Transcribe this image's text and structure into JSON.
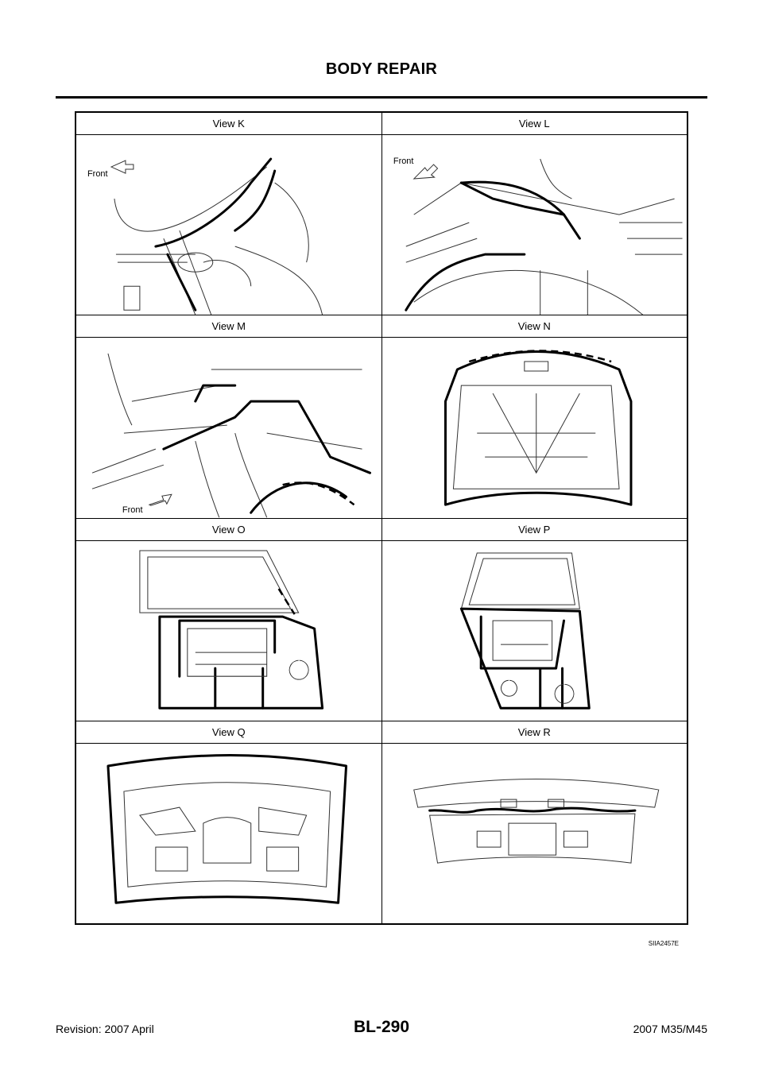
{
  "header": {
    "title": "BODY REPAIR"
  },
  "figure": {
    "rows": [
      {
        "left": "View K",
        "right": "View L"
      },
      {
        "left": "View M",
        "right": "View N"
      },
      {
        "left": "View O",
        "right": "View P"
      },
      {
        "left": "View Q",
        "right": "View R"
      }
    ],
    "front_label": "Front",
    "figure_id": "SIIA2457E"
  },
  "footer": {
    "page_number": "BL-290",
    "revision": "Revision: 2007 April",
    "model": "2007 M35/M45"
  }
}
